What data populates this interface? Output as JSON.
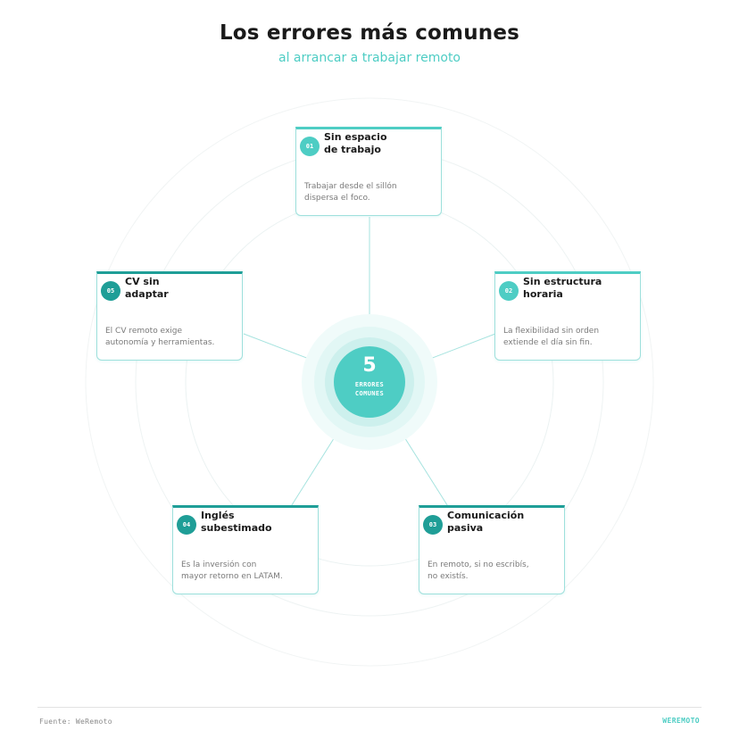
{
  "header": {
    "title": "Los errores más comunes",
    "subtitle": "al arrancar a trabajar remoto"
  },
  "center": {
    "number": "5",
    "label": "ERRORES COMUNES"
  },
  "items": [
    {
      "number": "01",
      "title": "Sin espacio\nde trabajo",
      "description": "Trabajar desde el sillón\ndispersa el foco."
    },
    {
      "number": "02",
      "title": "Sin estructura\nhoraria",
      "description": "La flexibilidad sin orden\nextiende el día sin fin."
    },
    {
      "number": "03",
      "title": "Comunicación\npasiva",
      "description": "En remoto, si no escribís,\nno existís."
    },
    {
      "number": "04",
      "title": "Inglés\nsubestimado",
      "description": "Es la inversión con\nmayor retorno en LATAM."
    },
    {
      "number": "05",
      "title": "CV sin\nadaptar",
      "description": "El CV remoto exige\nautonomía y herramientas."
    }
  ],
  "footer": {
    "source": "Fuente: WeRemoto",
    "brand": "WEREMOTO"
  },
  "colors": {
    "accent": "#4ecdc4",
    "accent_dark": "#1f9e97",
    "text": "#1a1a1a",
    "muted": "#7a7a7a"
  }
}
